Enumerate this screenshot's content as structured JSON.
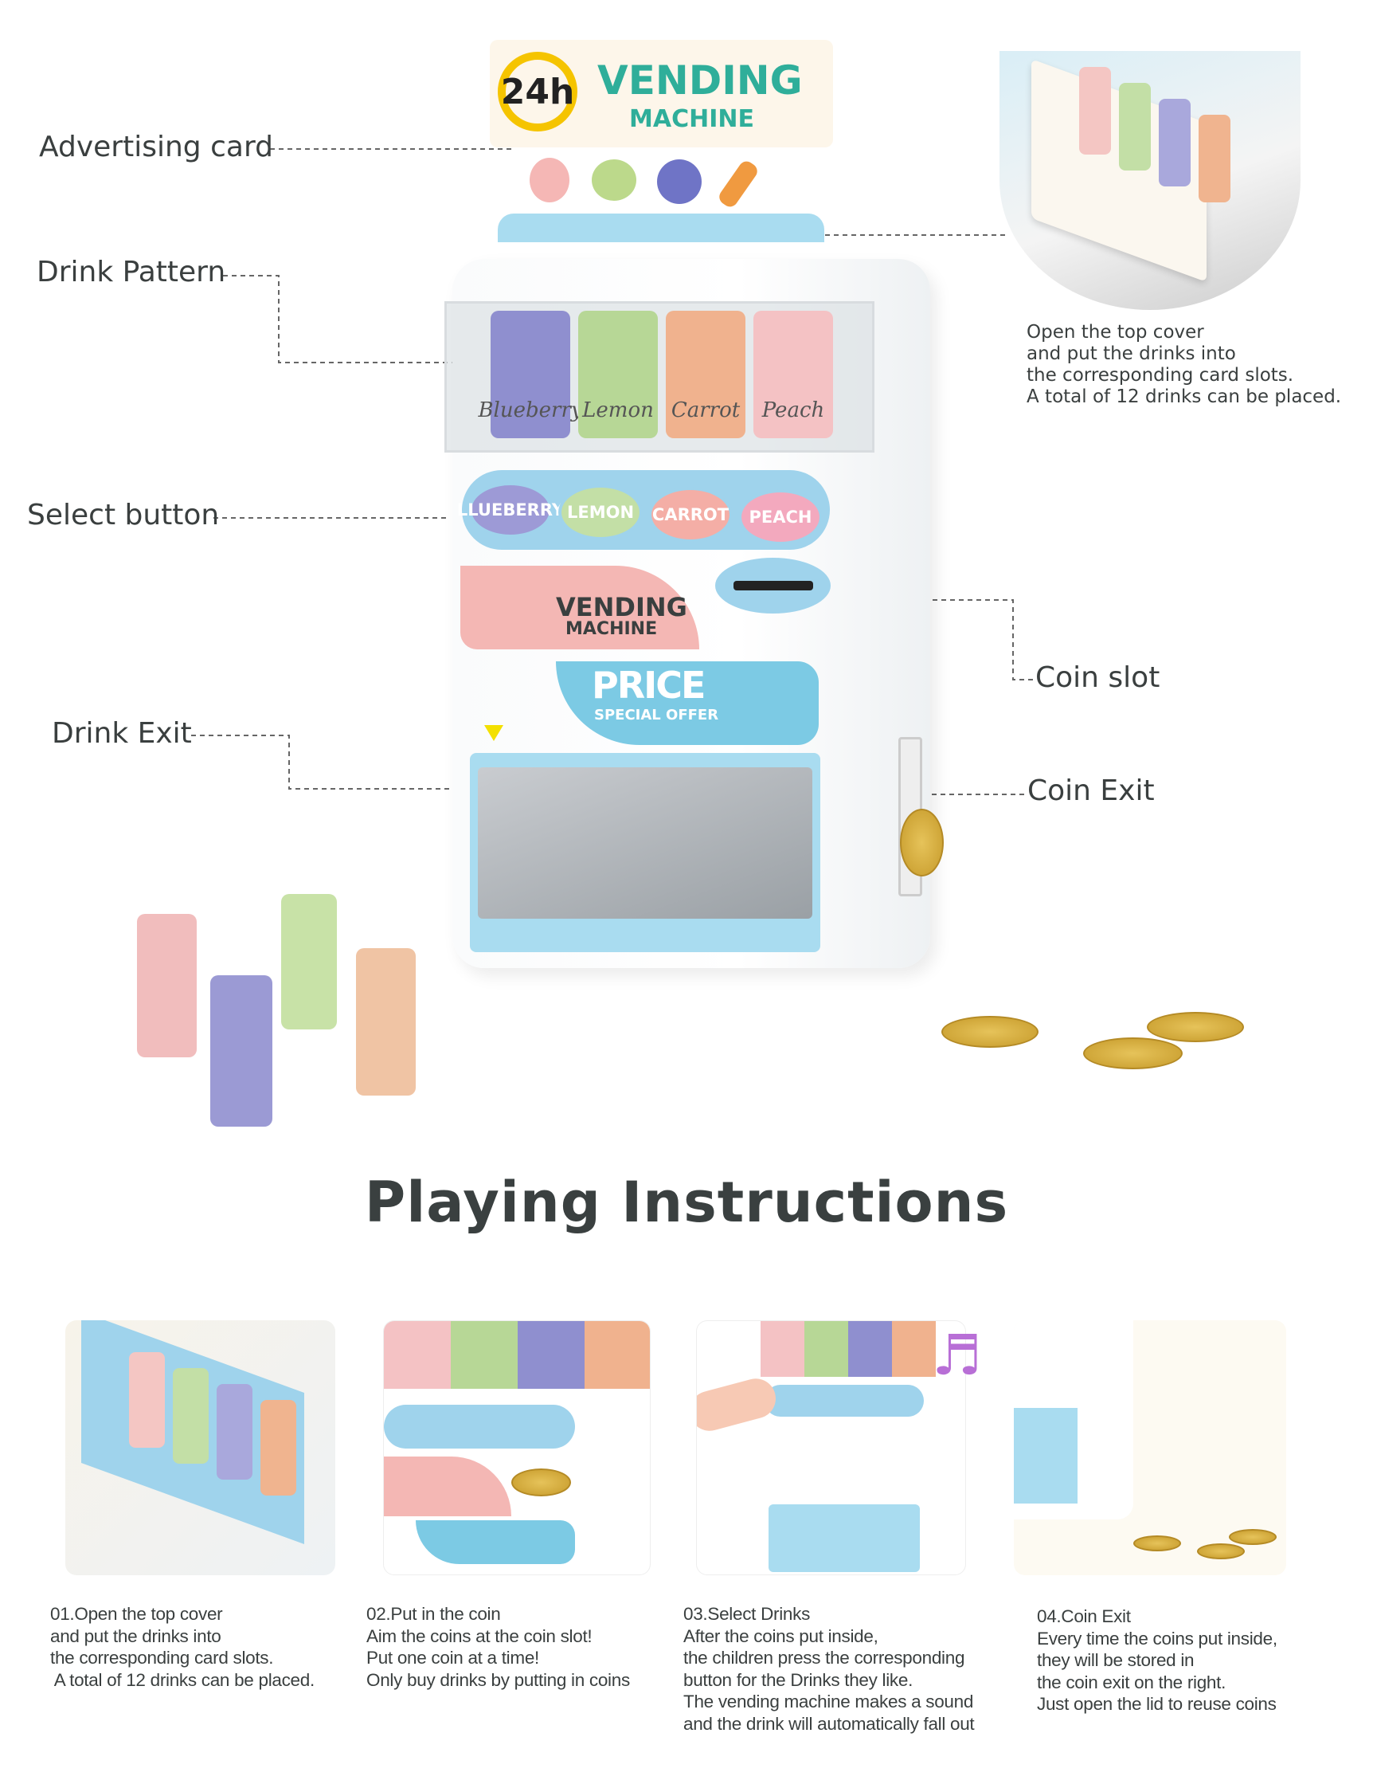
{
  "callouts": {
    "advertising_card": "Advertising card",
    "drink_pattern": "Drink Pattern",
    "select_button": "Select button",
    "drink_exit": "Drink Exit",
    "coin_slot": "Coin slot",
    "coin_exit": "Coin Exit",
    "top_cover_note": "Open the top cover\nand put the drinks into\nthe corresponding card slots.\nA total of 12 drinks can be placed."
  },
  "product": {
    "ad_badge": "24h",
    "ad_title": "VENDING",
    "ad_subtitle": "MACHINE",
    "drinks": [
      "Blueberry",
      "Lemon",
      "Carrot",
      "Peach"
    ],
    "buttons": [
      "LLUEBERRY",
      "LEMON",
      "CARROT",
      "PEACH"
    ],
    "panel_title": "VENDING",
    "panel_subtitle": "MACHINE",
    "price": "PRICE",
    "price_sub": "SPECIAL OFFER",
    "colors": {
      "blue": "#8fd0ea",
      "pink": "#f4b7b4",
      "purple": "#9d9ad6",
      "green": "#c3dfa6",
      "orange": "#f0a98a",
      "teal": "#2fae9a"
    }
  },
  "instructions": {
    "title": "Playing Instructions",
    "steps": [
      {
        "text": "01.Open the top cover\nand put the drinks into\nthe corresponding card slots.\n A total of 12 drinks can be placed."
      },
      {
        "text": "02.Put in the coin\nAim the coins at the coin slot!\nPut one coin at a time!\nOnly buy drinks by putting in coins"
      },
      {
        "text": "03.Select Drinks\nAfter the coins put inside,\nthe children press the corresponding\nbutton for the Drinks they like.\nThe vending machine makes a sound\nand the drink will automatically fall out"
      },
      {
        "text": "04.Coin Exit\nEvery time the coins put inside,\nthey will be stored in\nthe coin exit on the right.\nJust open the lid to reuse coins"
      }
    ]
  }
}
